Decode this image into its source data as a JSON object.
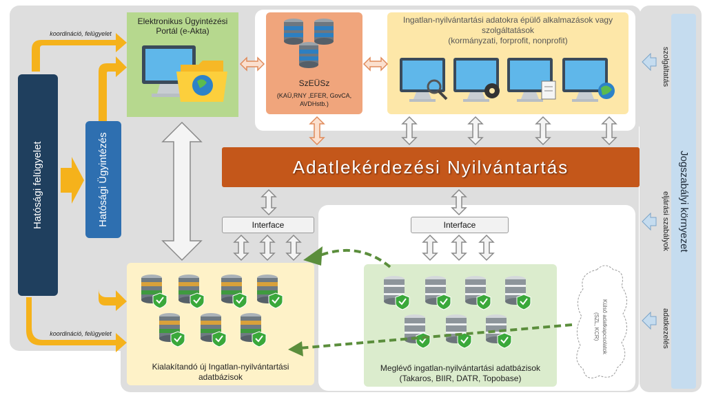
{
  "left": {
    "felugyelet": "Hatósági felügyelet",
    "ugyintezes": "Hatósági Ügyintézés",
    "koord_top": "koordináció, felügyelet",
    "koord_bottom": "koordináció, felügyelet"
  },
  "portal": {
    "line1": "Elektronikus Ügyintézési",
    "line2": "Portál (e-Akta)"
  },
  "szeusz": {
    "title": "SzEÜSz",
    "line1": "(KAÜ,RNY ,EFER, GovCA,",
    "line2": "AVDHstb.)"
  },
  "apps": {
    "line1": "Ingatlan-nyilvántartási adatokra épülő alkalmazások vagy",
    "line2": "szolgáltatások",
    "line3": "(kormányzati, forprofit, nonprofit)"
  },
  "central": {
    "title": "Adatlekérdezési Nyilvántartás"
  },
  "interfaces": {
    "left": "Interface",
    "right": "Interface"
  },
  "new_db": {
    "line1": "Kialakítandó új Ingatlan-nyilvántartási",
    "line2": "adatbázisok"
  },
  "existing_db": {
    "line1": "Meglévő ingatlan-nyilvántartási adatbázisok",
    "line2": "(Takaros, BIIR, DATR, Topobase)"
  },
  "external": {
    "line1": "Külső adatkapcsolatok",
    "line2": "(SZL, KCR)"
  },
  "legal": {
    "title": "Jogszabályi környezet",
    "szolgaltatas": "szolgáltatás",
    "eljarasi": "eljárási szabályok",
    "adatkezeles": "adatkezelés"
  }
}
